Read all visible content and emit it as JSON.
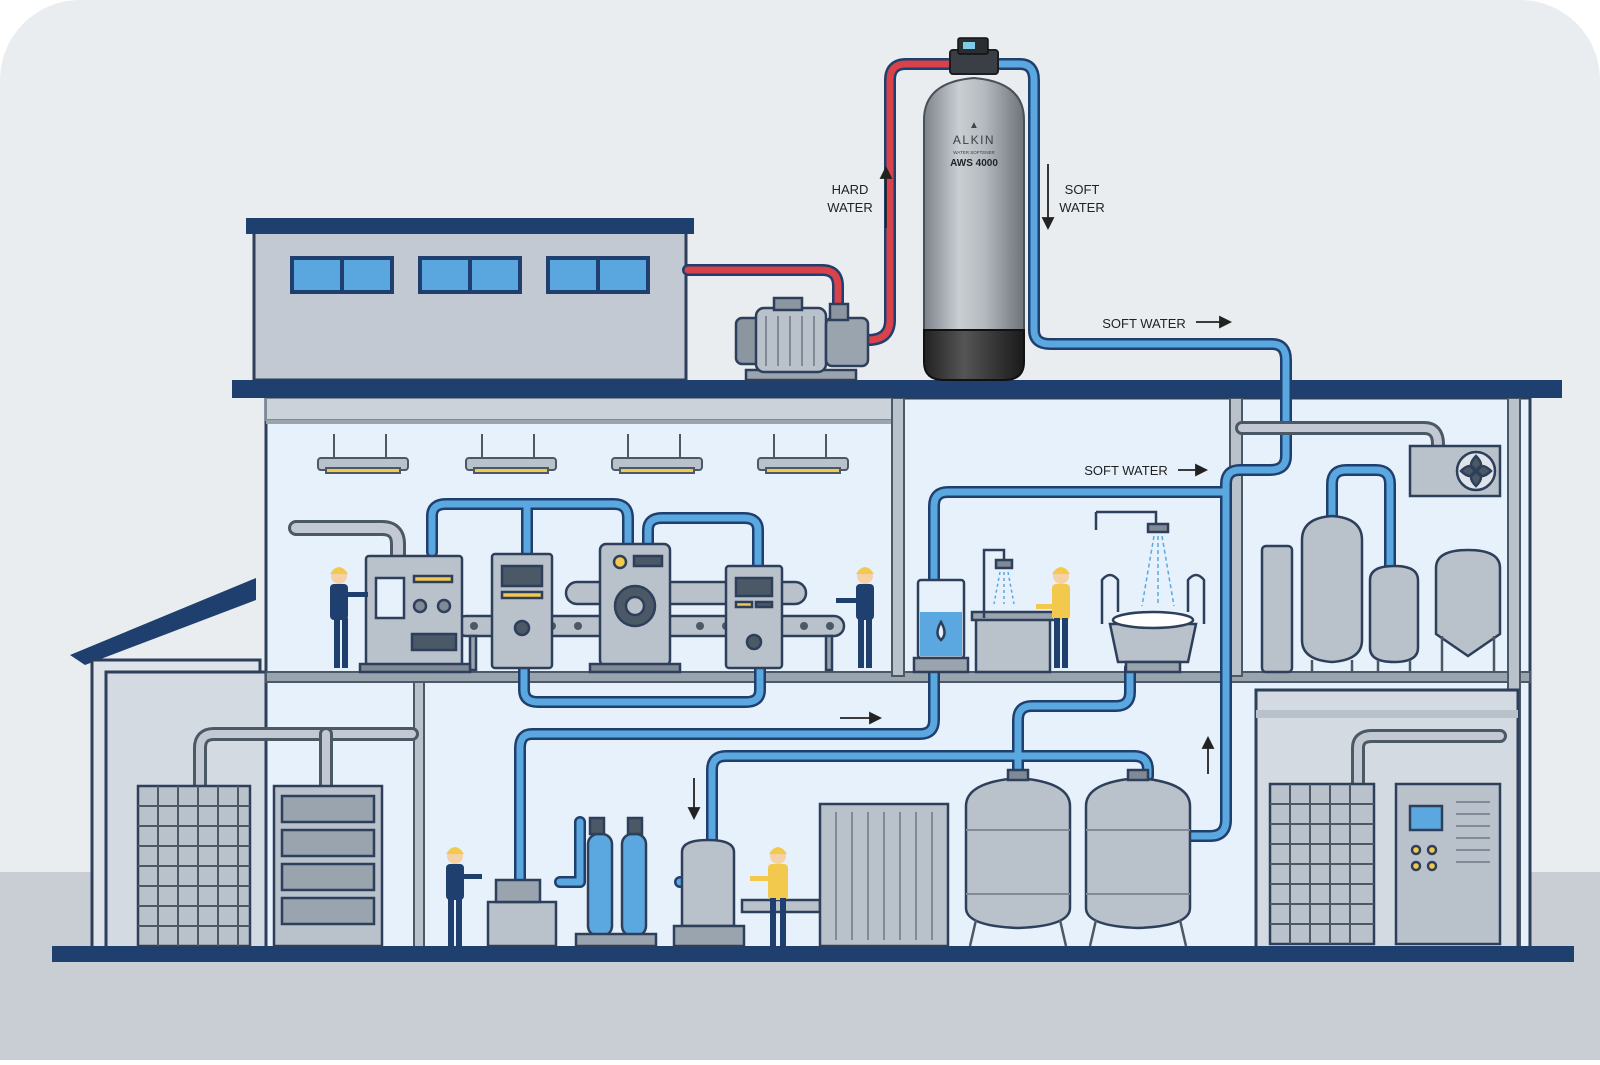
{
  "labels": {
    "hard_water_line1": "HARD",
    "hard_water_line2": "WATER",
    "soft_water_line1": "SOFT",
    "soft_water_line2": "WATER",
    "soft_water_right": "SOFT WATER",
    "soft_water_mid": "SOFT WATER"
  },
  "tank": {
    "brand": "ALKIN",
    "subtitle": "WATER SOFTENER",
    "model": "AWS 4000"
  },
  "colors": {
    "hard_water_pipe": "#d8424a",
    "soft_water_pipe": "#5ba8e0",
    "structure_navy": "#1f3f6e",
    "interior_light_blue": "#e6f1fb",
    "worker_helmet": "#f2c94c"
  },
  "icons": [
    "water-drop-icon",
    "gear-icon",
    "fan-icon",
    "shower-icon"
  ]
}
